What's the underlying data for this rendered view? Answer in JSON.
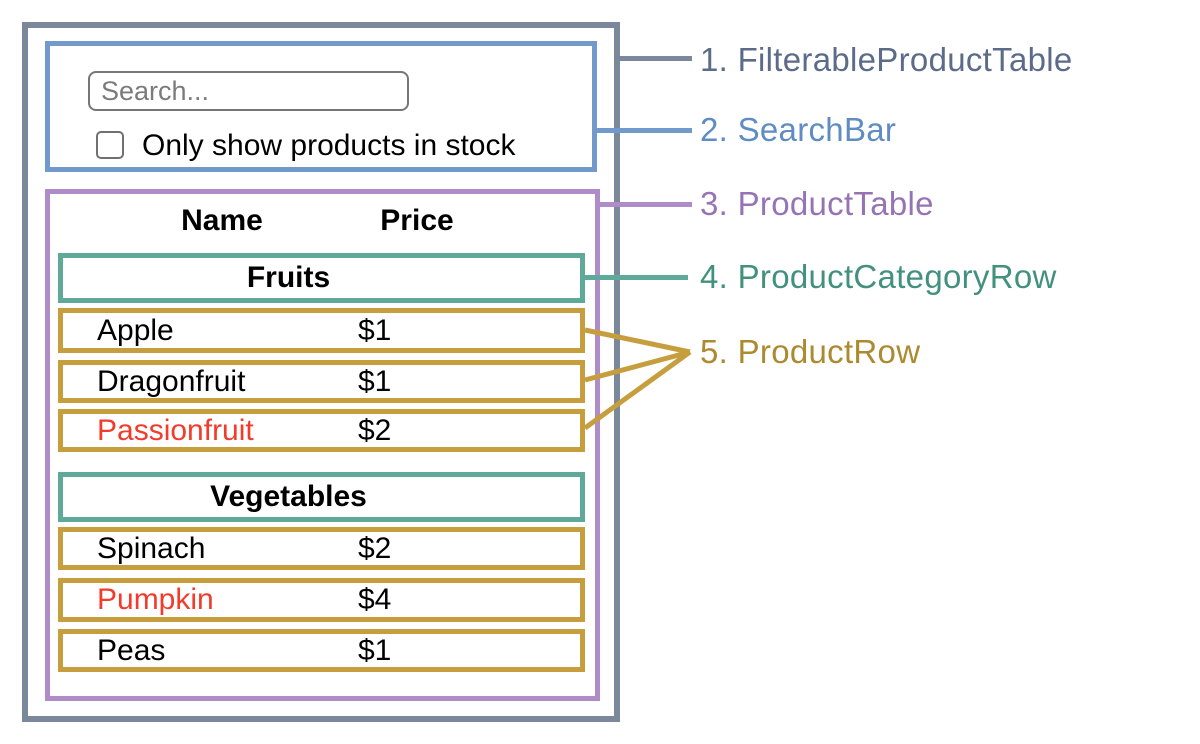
{
  "search_bar": {
    "search_placeholder": "Search...",
    "checkbox_label": "Only show products in stock",
    "checkbox_checked": false
  },
  "table": {
    "headers": {
      "name": "Name",
      "price": "Price"
    },
    "sections": [
      {
        "category": "Fruits",
        "rows": [
          {
            "name": "Apple",
            "price": "$1",
            "out_of_stock": false
          },
          {
            "name": "Dragonfruit",
            "price": "$1",
            "out_of_stock": false
          },
          {
            "name": "Passionfruit",
            "price": "$2",
            "out_of_stock": true
          }
        ]
      },
      {
        "category": "Vegetables",
        "rows": [
          {
            "name": "Spinach",
            "price": "$2",
            "out_of_stock": false
          },
          {
            "name": "Pumpkin",
            "price": "$4",
            "out_of_stock": true
          },
          {
            "name": "Peas",
            "price": "$1",
            "out_of_stock": false
          }
        ]
      }
    ]
  },
  "legend": [
    {
      "label": "1. FilterableProductTable",
      "color": "#5B6B88"
    },
    {
      "label": "2. SearchBar",
      "color": "#5E8CC3"
    },
    {
      "label": "3. ProductTable",
      "color": "#9673B4"
    },
    {
      "label": "4. ProductCategoryRow",
      "color": "#42917E"
    },
    {
      "label": "5. ProductRow",
      "color": "#AC8A30"
    }
  ],
  "colors": {
    "filterable_product_table_border": "#7B879B",
    "search_bar_border": "#7199CB",
    "product_table_border": "#AF8CC7",
    "product_category_row_border": "#5EA99A",
    "product_row_border": "#C69E3D",
    "out_of_stock_text": "#F23B2B"
  }
}
